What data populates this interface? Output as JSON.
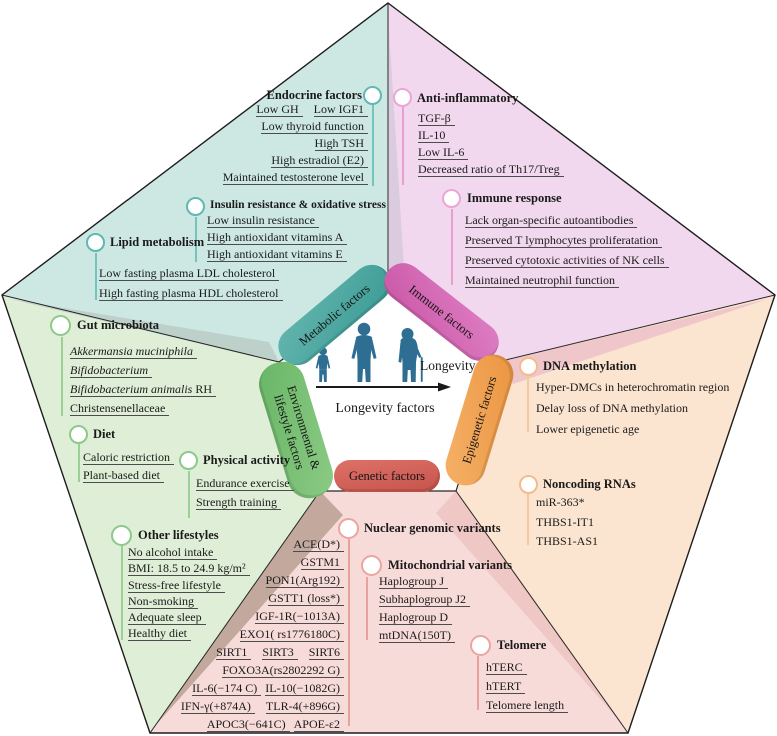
{
  "center": {
    "longevity_label": "Longevity",
    "caption": "Longevity factors"
  },
  "pills": {
    "metabolic": "Metabolic factors",
    "immune": "Immune factors",
    "epigenetic": "Epigenetic factors",
    "genetic": "Genetic factors",
    "environmental_line1": "Environmental &",
    "environmental_line2": "lifestyle factors"
  },
  "colors": {
    "sector_metabolic": "#cde8e3",
    "sector_immune": "#f2d8ee",
    "sector_epigenetic": "#fbe4d0",
    "sector_genetic": "#f7dbd9",
    "sector_environmental": "#dfeed6",
    "pill_metabolic": "#45a5a0",
    "pill_immune": "#d569b5",
    "pill_epigenetic": "#f0a050",
    "pill_genetic": "#d05a51",
    "pill_environmental": "#7dc47c",
    "figure_blue": "#2d6e92"
  },
  "sections": {
    "endocrine": {
      "title": "Endocrine factors",
      "items": [
        [
          "Low GH",
          "Low IGF1"
        ],
        "Low thyroid function",
        "High TSH",
        "High estradiol (E2)",
        "Maintained testosterone level"
      ]
    },
    "insulin": {
      "title": "Insulin resistance & oxidative stress",
      "items": [
        "Low insulin resistance",
        "High antioxidant vitamins A",
        "High antioxidant vitamins E"
      ]
    },
    "lipid": {
      "title": "Lipid metabolism",
      "items": [
        "Low fasting plasma LDL cholesterol",
        "High fasting plasma HDL cholesterol"
      ]
    },
    "anti": {
      "title": "Anti-inflammatory",
      "items": [
        "TGF-β",
        "IL-10",
        "Low IL-6",
        "Decreased ratio of Th17/Treg"
      ]
    },
    "immune_resp": {
      "title": "Immune response",
      "items": [
        "Lack organ-specific autoantibodies",
        "Preserved T lymphocytes proliferatation",
        "Preserved cytotoxic activities of NK cells",
        "Maintained neutrophil function"
      ]
    },
    "gut": {
      "title": "Gut microbiota",
      "items": [
        "Akkermansia muciniphila",
        "Bifidobacterium",
        "Bifidobacterium animalis",
        " RH",
        "Christensenellaceae"
      ]
    },
    "diet": {
      "title": "Diet",
      "items": [
        "Caloric restriction",
        "Plant-based diet"
      ]
    },
    "physical": {
      "title": "Physical activity",
      "items": [
        "Endurance exercise",
        "Strength training"
      ]
    },
    "other": {
      "title": "Other lifestyles",
      "items": [
        "No alcohol intake",
        "BMI: 18.5 to 24.9 kg/m²",
        "Stress-free lifestyle",
        "Non-smoking",
        "Adequate sleep",
        "Healthy diet"
      ]
    },
    "dna": {
      "title": "DNA methylation",
      "items": [
        "Hyper-DMCs in heterochromatin region",
        "Delay loss of DNA methylation",
        "Lower epigenetic age"
      ]
    },
    "ncrna": {
      "title": "Noncoding RNAs",
      "items": [
        "miR-363*",
        "THBS1-IT1",
        "THBS1-AS1"
      ]
    },
    "nuclear": {
      "title": "Nuclear genomic variants",
      "items": [
        "ACE(D*)",
        "GSTM1",
        "PON1(Arg192)",
        "GSTT1 (loss*)",
        "IGF-1R(−1013A)",
        "EXO1( rs1776180C)",
        [
          "SIRT1",
          "SIRT3",
          "SIRT6"
        ],
        "FOXO3A(rs2802292 G)",
        [
          "IL-6(−174 C)",
          "IL-10(−1082G)"
        ],
        [
          "IFN-γ(+874A)",
          "TLR-4(+896G)"
        ],
        [
          "APOC3(−641C)",
          "APOE-ε2"
        ]
      ]
    },
    "mito": {
      "title": "Mitochondrial variants",
      "items": [
        "Haplogroup J",
        "Subhaplogroup J2",
        "Haplogroup D",
        "mtDNA(150T)"
      ]
    },
    "telomere": {
      "title": "Telomere",
      "items": [
        "hTERC",
        "hTERT",
        "Telomere length"
      ]
    }
  }
}
